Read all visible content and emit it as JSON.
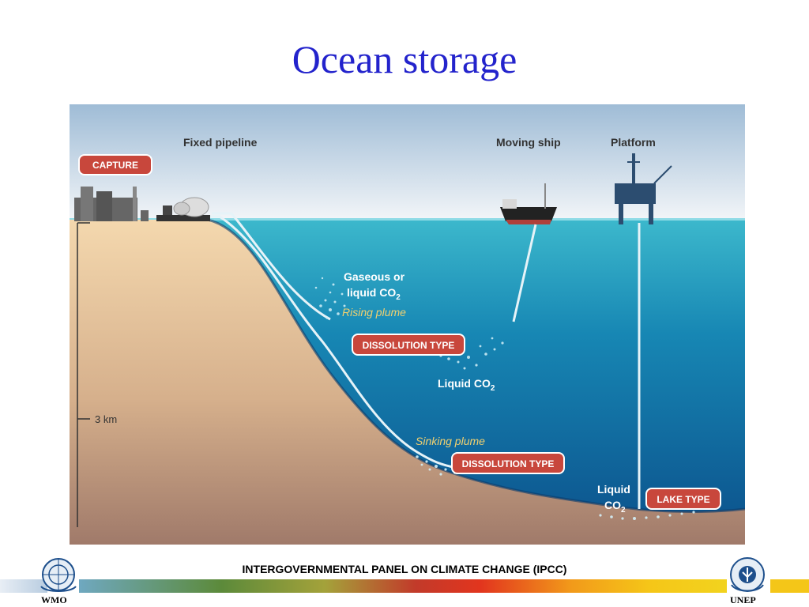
{
  "slide": {
    "title": "Ocean storage",
    "footer": "INTERGOVERNMENTAL PANEL ON CLIMATE CHANGE (IPCC)",
    "logos": {
      "left": "WMO",
      "right": "UNEP"
    }
  },
  "diagram": {
    "headers": {
      "fixed_pipeline": "Fixed pipeline",
      "moving_ship": "Moving ship",
      "platform": "Platform"
    },
    "badges": {
      "capture": "CAPTURE",
      "dissolution_1": "DISSOLUTION TYPE",
      "dissolution_2": "DISSOLUTION TYPE",
      "lake": "LAKE TYPE"
    },
    "labels": {
      "gaseous_line1": "Gaseous or",
      "gaseous_line2": "liquid CO",
      "rising_plume": "Rising plume",
      "liquid_co2_mid": "Liquid CO",
      "sinking_plume": "Sinking plume",
      "liquid_lake_line1": "Liquid",
      "liquid_lake_line2": "CO",
      "subscript": "2",
      "depth": "3 km"
    },
    "colors": {
      "sky_top": "#9fbcd6",
      "sky_bottom": "#f2f5f8",
      "ocean_top": "#3cb8cc",
      "ocean_bottom": "#0b4f8a",
      "land_top": "#f2d5aa",
      "land_bottom": "#a07a6a",
      "badge": "#c8473c",
      "plume_text": "#f0d070"
    }
  }
}
